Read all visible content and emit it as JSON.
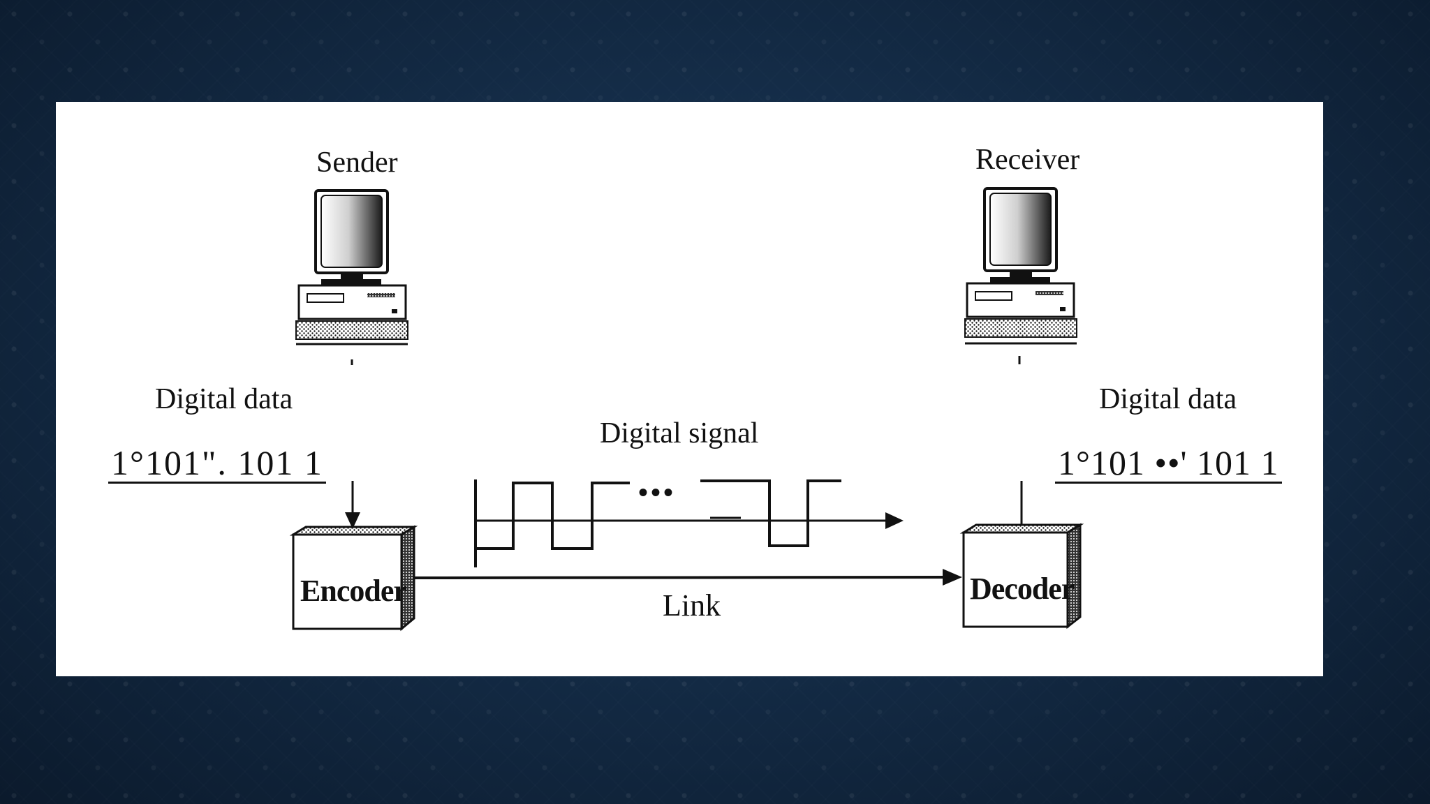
{
  "diagram": {
    "sender_label": "Sender",
    "receiver_label": "Receiver",
    "left_data_label": "Digital data",
    "right_data_label": "Digital data",
    "left_bits": "1°101\". 101 1",
    "right_bits": "1°101 ••' 101 1",
    "signal_label": "Digital signal",
    "signal_ellipsis": "•••",
    "encoder_label": "Encoder",
    "decoder_label": "Decoder",
    "link_label": "Link"
  },
  "colors": {
    "background": "#142c47",
    "panel": "#ffffff",
    "ink": "#111111"
  },
  "icons": [
    "desktop-computer-icon",
    "desktop-computer-icon"
  ]
}
